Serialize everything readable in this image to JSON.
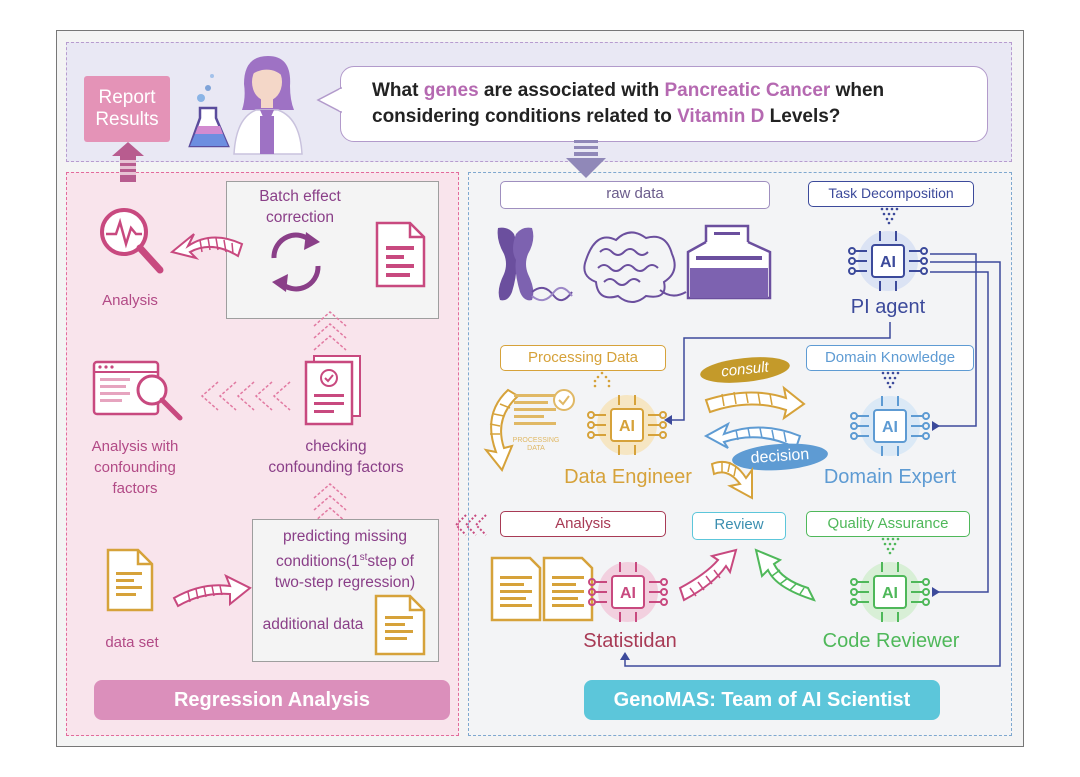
{
  "question": {
    "part1": "What ",
    "hl1": "genes",
    "part2": " are associated with ",
    "hl2": "Pancreatic Cancer",
    "part3": " when considering conditions related to ",
    "hl3": "Vitamin D",
    "part4": " Levels?"
  },
  "report": {
    "line1": "Report",
    "line2": "Results"
  },
  "regression": {
    "batch_line1": "Batch effect",
    "batch_line2": "correction",
    "analysis": "Analysis",
    "analysis_conf_line1": "Analysis with",
    "analysis_conf_line2": "confounding",
    "analysis_conf_line3": "factors",
    "checking_line1": "checking",
    "checking_line2": "confounding factors",
    "predict_line1": "predicting missing",
    "predict_line2a": "conditions(1",
    "predict_sup": "st",
    "predict_line2b": "step of",
    "predict_line3": "two-step regression)",
    "additional": "additional data",
    "dataset": "data set",
    "banner": "Regression Analysis"
  },
  "genomas": {
    "raw_data": "raw data",
    "task_decomp": "Task Decomposition",
    "pi_agent": "PI agent",
    "processing_data": "Processing Data",
    "processing_icon_line1": "PROCESSING",
    "processing_icon_line2": "DATA",
    "consult": "consult",
    "decision": "decision",
    "domain_knowledge": "Domain Knowledge",
    "data_engineer": "Data Engineer",
    "domain_expert": "Domain Expert",
    "analysis": "Analysis",
    "review": "Review",
    "quality_assurance": "Quality Assurance",
    "statistician": "Statistidan",
    "code_reviewer": "Code Reviewer",
    "ai_chip": "AI",
    "banner": "GenoMAS: Team of AI Scientist"
  },
  "colors": {
    "plum": "#8a3f88",
    "pink": "#c8497f",
    "navy": "#3c4a9b",
    "gold": "#d6a23a",
    "lightblue": "#5e9bd3",
    "green": "#4fb85a",
    "cyan": "#5cc6da"
  },
  "icons": [
    "scientist-icon",
    "flask-icon",
    "analysis-magnifier-icon",
    "refresh-cycle-icon",
    "document-icon",
    "dashboard-magnifier-icon",
    "checklist-icon",
    "chromosome-icon",
    "protein-icon",
    "printer-icon",
    "ai-chip-icon"
  ]
}
